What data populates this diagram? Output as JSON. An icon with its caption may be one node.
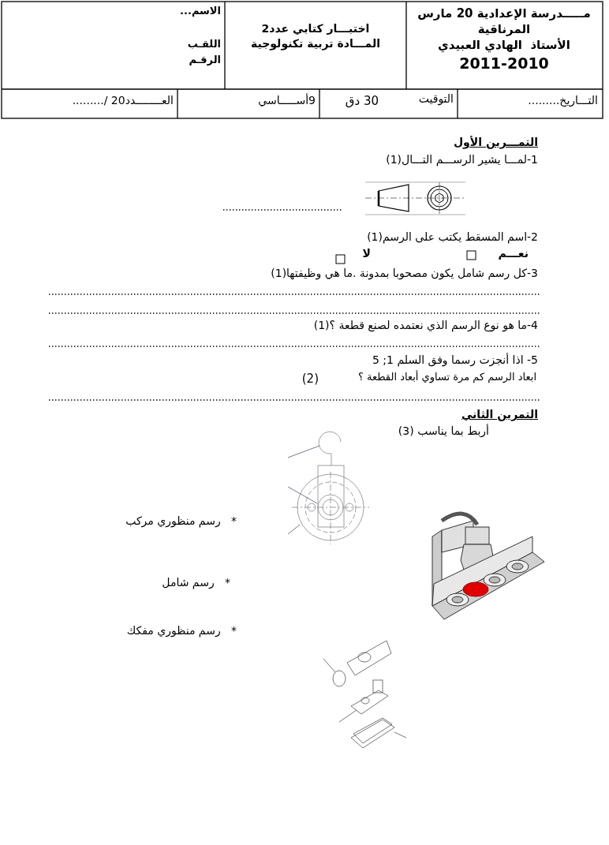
{
  "diagram": {
    "labels": [
      "مـــــدرسة الإعدادية 20 مارس",
      "المرناقية",
      "الأستاذ  الهادي العبيدي",
      "2011-2010",
      "اختبـــار كتابي عدد2",
      "المـــادة تربية تكنولوجية",
      "الاسم...",
      "اللقـب",
      "الرقـم",
      "التـــاريخ.........",
      "التوقيت",
      "30 دق",
      "9أســـــاسي",
      "العــــــــدد20 /.........",
      "التمـــرين الأول",
      "1-لمـــا يشير الرســـم التـــال(1)",
      "2-اسم المسقط يكتب على الرسم(1)",
      "نعـــم",
      "لا",
      "3-كل رسم شامل يكون مصحوبا بمدونة .ما هي وظيفتها(1)",
      "4-ما هو نوع الرسم الذي نعتمده لصنع قطعة ؟(1)",
      "5- اذا أنجزت رسما وفق السلم 1; 5",
      "ابعاد الرسم كم مرة تساوي أبعاد القطعة ؟",
      "(2)",
      "التمرين الثاني",
      "أربط بما يناسب (3)",
      "*   رسم منظوري مركب",
      "*   رسم شامل",
      "*   رسم منظوري مفكك"
    ]
  }
}
